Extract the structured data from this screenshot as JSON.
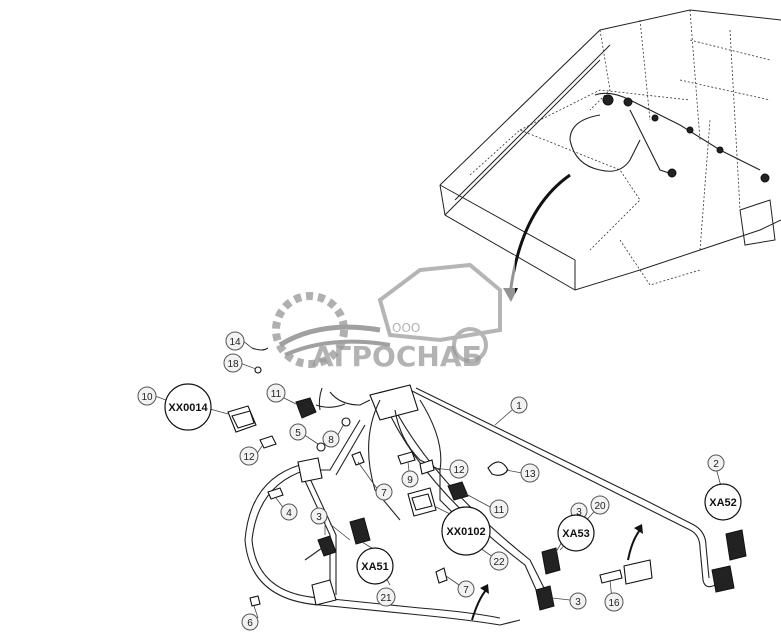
{
  "watermark": {
    "prefix": "ООО",
    "name": "АГРОСНАБ"
  },
  "callouts": {
    "c1": "1",
    "c2": "2",
    "c3a": "3",
    "c3b": "3",
    "c3c": "3",
    "c4": "4",
    "c5": "5",
    "c6": "6",
    "c7a": "7",
    "c7b": "7",
    "c8": "8",
    "c9": "9",
    "c10": "10",
    "c11a": "11",
    "c11b": "11",
    "c12a": "12",
    "c12b": "12",
    "c13": "13",
    "c14": "14",
    "c16": "16",
    "c18": "18",
    "c20": "20",
    "c21": "21",
    "c22": "22"
  },
  "connectors": {
    "xx0014": "XX0014",
    "xx0102": "XX0102",
    "xa51": "XA51",
    "xa52": "XA52",
    "xa53": "XA53"
  },
  "colors": {
    "line": "#222222",
    "callout_fill": "#f2f2f2",
    "watermark": "#9a9a9a"
  }
}
